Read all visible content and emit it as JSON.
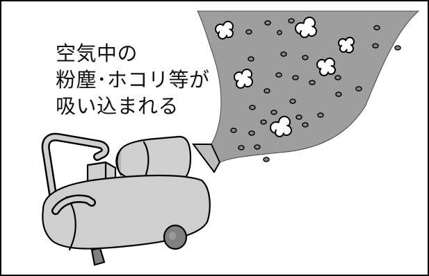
{
  "caption": {
    "lines": [
      "空気中の",
      "粉塵･ホコリ等が",
      "吸い込まれる"
    ]
  },
  "colors": {
    "dust_cloud": "#9e9e9e",
    "particle": "#8a8a8a",
    "compressor_body": "#cfcfcf",
    "compressor_wheel": "#808080",
    "outline": "#000000"
  },
  "icons": [
    "air-compressor-icon",
    "dust-particle-icon",
    "airflow-arrow-icon"
  ]
}
